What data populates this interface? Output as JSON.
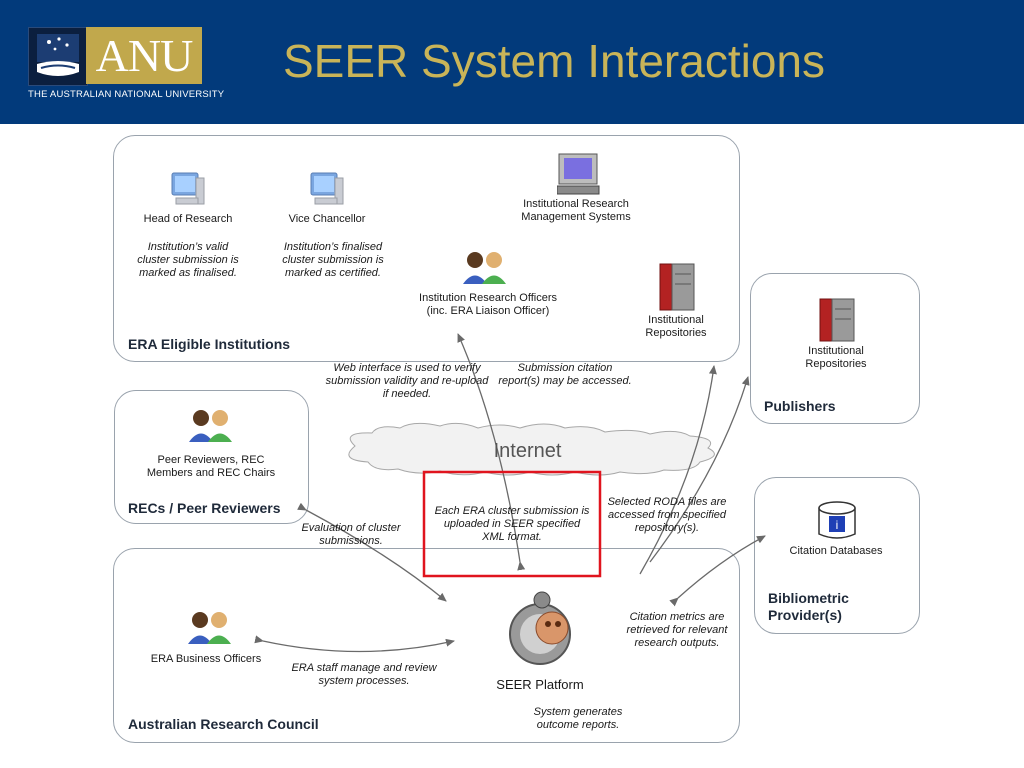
{
  "header": {
    "logo_text": "ANU",
    "logo_subtitle": "THE AUSTRALIAN NATIONAL UNIVERSITY",
    "title": "SEER System Interactions"
  },
  "groups": {
    "era": "ERA Eligible Institutions",
    "publishers": "Publishers",
    "recs": "RECs / Peer Reviewers",
    "arc": "Australian Research Council",
    "bibliometric": "Bibliometric Provider(s)"
  },
  "nodes": {
    "head_of_research": "Head of Research",
    "vice_chancellor": "Vice Chancellor",
    "irms": "Institutional Research Management Systems",
    "officers": "Institution Research Officers (inc. ERA Liaison Officer)",
    "inst_repos": "Institutional Repositories",
    "pub_repos": "Institutional Repositories",
    "peer_reviewers": "Peer Reviewers, REC Members and REC Chairs",
    "citation_db": "Citation Databases",
    "business_officers": "ERA Business Officers",
    "seer_platform": "SEER Platform",
    "internet": "Internet"
  },
  "notes": {
    "hor_note": "Institution’s valid cluster submission is marked as finalised.",
    "vc_note": "Institution’s finalised cluster submission is marked as certified.",
    "web_interface": "Web interface is used to verify submission validity and re-upload if needed.",
    "citation_report": "Submission citation report(s) may be accessed.",
    "evaluation": "Evaluation of cluster submissions.",
    "xml_upload": "Each ERA cluster submission is uploaded in SEER specified XML format.",
    "roda_files": "Selected RODA files are accessed from specified repository(s).",
    "citation_metrics": "Citation metrics are retrieved for relevant research outputs.",
    "staff_manage": "ERA staff manage and review system processes.",
    "outcome_reports": "System generates outcome reports."
  },
  "colors": {
    "header_bg": "#023a7b",
    "title": "#c9b458",
    "highlight": "#e0141e",
    "arrow": "#6a6a6a"
  }
}
